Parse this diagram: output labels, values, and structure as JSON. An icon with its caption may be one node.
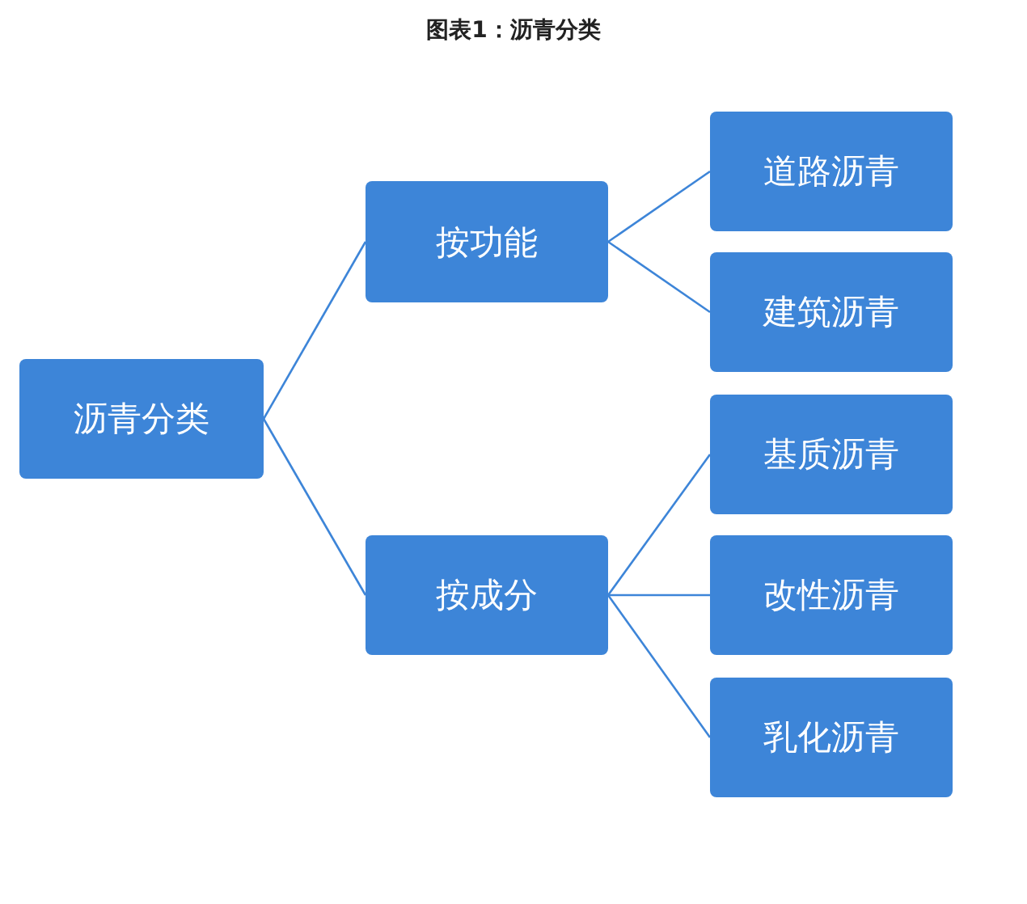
{
  "diagram": {
    "title": "图表1：沥青分类",
    "nodes": [
      {
        "text": [
          "沥青分类"
        ]
      },
      {
        "text": [
          "按功能"
        ]
      },
      {
        "text": [
          "按成分"
        ]
      },
      {
        "text": [
          "道路沥青"
        ]
      },
      {
        "text": [
          "建筑沥青"
        ]
      },
      {
        "text": [
          "基质沥青"
        ]
      },
      {
        "text": [
          "改性沥青"
        ]
      },
      {
        "text": [
          "乳化沥青"
        ]
      }
    ],
    "edges": [
      {
        "from": 0,
        "to": 1,
        "arrow": "none"
      },
      {
        "from": 0,
        "to": 2,
        "arrow": "none"
      },
      {
        "from": 1,
        "to": 3,
        "arrow": "none"
      },
      {
        "from": 1,
        "to": 4,
        "arrow": "none"
      },
      {
        "from": 2,
        "to": 5,
        "arrow": "none"
      },
      {
        "from": 2,
        "to": 6,
        "arrow": "none"
      },
      {
        "from": 2,
        "to": 7,
        "arrow": "none"
      }
    ]
  }
}
